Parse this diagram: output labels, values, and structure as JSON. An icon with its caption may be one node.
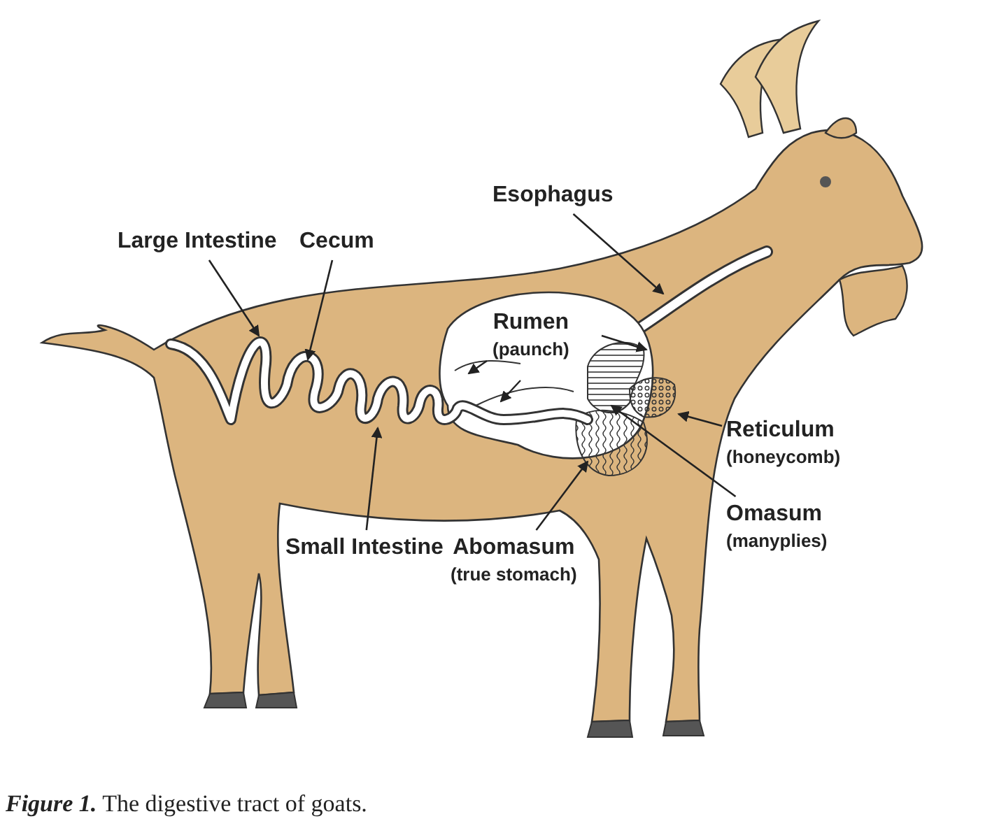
{
  "diagram": {
    "caption": "**Figure 1.** The digestive tract of goats.",
    "nodes": [
      {
        "text": [
          "Esophagus"
        ]
      },
      {
        "text": [
          "Large Intestine"
        ]
      },
      {
        "text": [
          "Cecum"
        ]
      },
      {
        "text": [
          "Rumen",
          "(paunch)"
        ]
      },
      {
        "text": [
          "Reticulum",
          "(honeycomb)"
        ]
      },
      {
        "text": [
          "Omasum",
          "(manyplies)"
        ]
      },
      {
        "text": [
          "Small Intestine"
        ]
      },
      {
        "text": [
          "Abomasum",
          "(true stomach)"
        ]
      }
    ],
    "edges": [
      {
        "from": 0,
        "to": null,
        "arrow": "to"
      },
      {
        "from": 1,
        "to": null,
        "arrow": "to"
      },
      {
        "from": 2,
        "to": null,
        "arrow": "to"
      },
      {
        "from": 4,
        "to": null,
        "arrow": "to"
      },
      {
        "from": 5,
        "to": null,
        "arrow": "to"
      },
      {
        "from": 6,
        "to": null,
        "arrow": "to"
      },
      {
        "from": 7,
        "to": null,
        "arrow": "to"
      }
    ]
  }
}
